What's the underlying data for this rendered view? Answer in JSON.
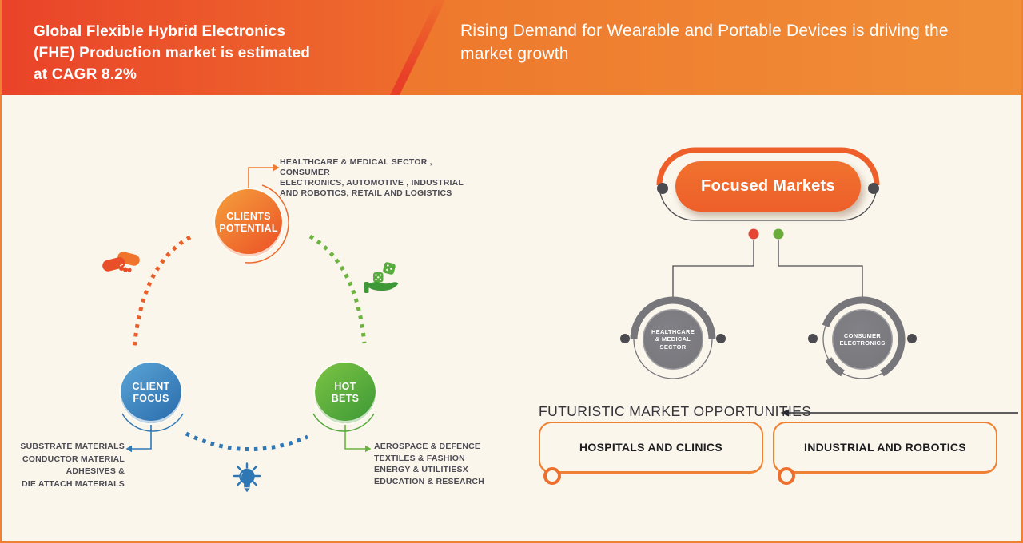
{
  "header": {
    "title": "Global Flexible Hybrid Electronics\n(FHE) Production market is estimated\nat CAGR 8.2%",
    "subtitle": "Rising Demand for Wearable and Portable Devices is driving the\nmarket growth"
  },
  "cycle": {
    "nodes": [
      {
        "id": "clients-potential",
        "label": "CLIENTS\nPOTENTIAL",
        "annotation": "HEALTHCARE & MEDICAL SECTOR , CONSUMER\nELECTRONICS, AUTOMOTIVE , INDUSTRIAL\nAND ROBOTICS, RETAIL AND LOGISTICS",
        "icon": "handshake-icon"
      },
      {
        "id": "client-focus",
        "label": "CLIENT\nFOCUS",
        "annotation": "SUBSTRATE MATERIALS\nCONDUCTOR MATERIAL\nADHESIVES &\nDIE ATTACH MATERIALS",
        "icon": "lightbulb-icon"
      },
      {
        "id": "hot-bets",
        "label": "HOT\nBETS",
        "annotation": "AEROSPACE & DEFENCE\nTEXTILES & FASHION\nENERGY & UTILITIESX\nEDUCATION & RESEARCH",
        "icon": "hand-dice-icon"
      }
    ]
  },
  "focused": {
    "title": "Focused Markets",
    "markets": [
      {
        "label": "HEALTHCARE\n& MEDICAL\nSECTOR"
      },
      {
        "label": "CONSUMER\nELECTRONICS"
      }
    ]
  },
  "opportunities": {
    "title": "FUTURISTIC MARKET OPPORTUNITIES",
    "items": [
      {
        "label": "HOSPITALS AND CLINICS"
      },
      {
        "label": "INDUSTRIAL AND ROBOTICS"
      }
    ]
  },
  "colors": {
    "body-bg": "#faf6ec",
    "frame-orange": "#ef8132",
    "header-red": "#e94329",
    "header-orange": "#f08c36",
    "accent-orange": "#ee5f2a",
    "accent-orange-light": "#f49d3c",
    "accent-blue": "#2f78b5",
    "accent-blue-light": "#58a2d4",
    "accent-green": "#6cb33f",
    "accent-green-dark": "#3f9a36",
    "gray-circle": "#77767b",
    "dark-dot": "#4c4b50",
    "red-dot": "#e64434",
    "green-dot": "#6aab3c",
    "text-dark": "#4d4c55",
    "text-black": "#1e1e22"
  }
}
